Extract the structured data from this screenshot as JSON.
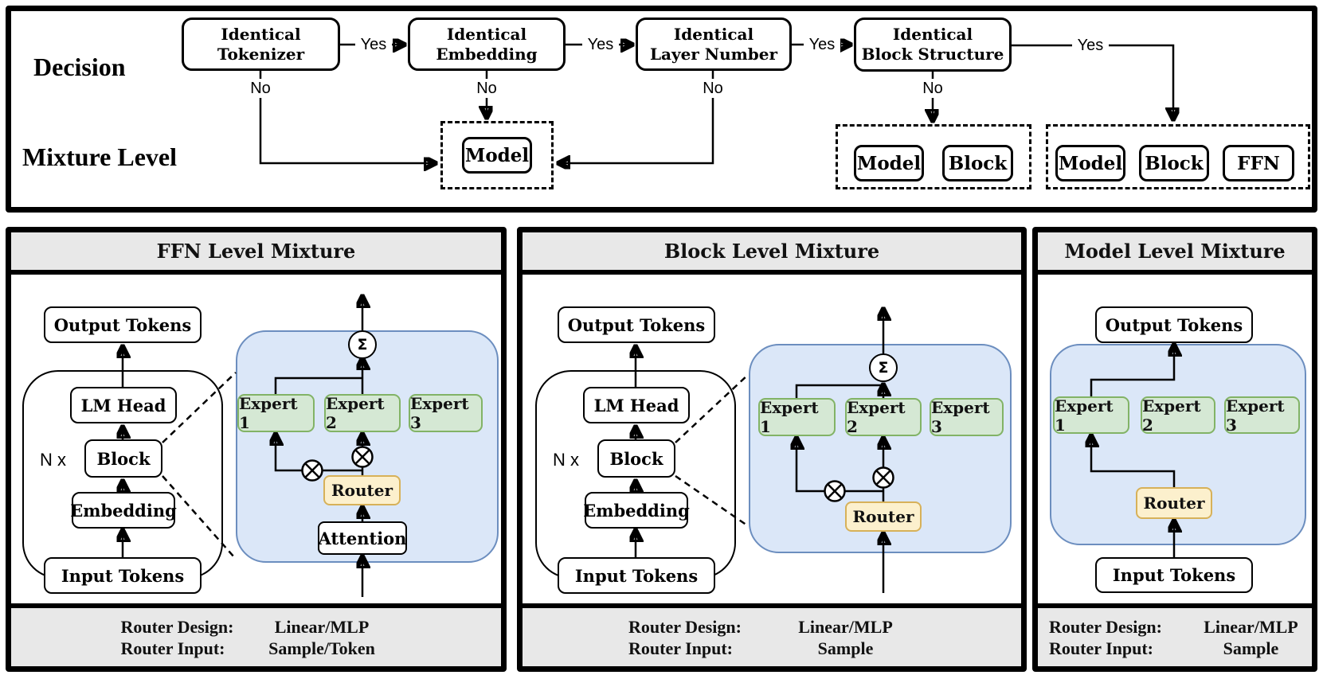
{
  "colors": {
    "panel_gray": "#e8e8e8",
    "blue_fill": "#dbe7f8",
    "blue_border": "#6c8ebf",
    "green_fill": "#d5e8d4",
    "green_border": "#82b366",
    "yellow_fill": "#fcf0cd",
    "yellow_border": "#d7b159",
    "line": "#000000"
  },
  "flowchart": {
    "decision_label": "Decision",
    "mixture_label": "Mixture Level",
    "yes": "Yes",
    "no": "No",
    "decisions": [
      {
        "line1": "Identical",
        "line2": "Tokenizer"
      },
      {
        "line1": "Identical",
        "line2": "Embedding"
      },
      {
        "line1": "Identical",
        "line2": "Layer Number"
      },
      {
        "line1": "Identical",
        "line2": "Block Structure"
      }
    ],
    "outcome_groups": [
      {
        "items": [
          "Model"
        ]
      },
      {
        "items": [
          "Model",
          "Block"
        ]
      },
      {
        "items": [
          "Model",
          "Block",
          "FFN"
        ]
      }
    ]
  },
  "panels": [
    {
      "title": "FFN Level Mixture",
      "pipeline": {
        "output": "Output Tokens",
        "lm_head": "LM Head",
        "n": "N x",
        "block": "Block",
        "embedding": "Embedding",
        "input": "Input Tokens"
      },
      "mixture": {
        "experts": [
          "Expert 1",
          "Expert 2",
          "Expert 3"
        ],
        "router": "Router",
        "attention": "Attention",
        "sum": "Σ"
      },
      "footer": {
        "design_label": "Router Design:",
        "design_value": "Linear/MLP",
        "input_label": "Router Input:",
        "input_value": "Sample/Token"
      }
    },
    {
      "title": "Block Level Mixture",
      "pipeline": {
        "output": "Output Tokens",
        "lm_head": "LM Head",
        "n": "N x",
        "block": "Block",
        "embedding": "Embedding",
        "input": "Input Tokens"
      },
      "mixture": {
        "experts": [
          "Expert 1",
          "Expert 2",
          "Expert 3"
        ],
        "router": "Router",
        "sum": "Σ"
      },
      "footer": {
        "design_label": "Router Design:",
        "design_value": "Linear/MLP",
        "input_label": "Router Input:",
        "input_value": "Sample"
      }
    },
    {
      "title": "Model Level Mixture",
      "pipeline": {
        "output": "Output Tokens",
        "input": "Input Tokens"
      },
      "mixture": {
        "experts": [
          "Expert 1",
          "Expert 2",
          "Expert 3"
        ],
        "router": "Router"
      },
      "footer": {
        "design_label": "Router Design:",
        "design_value": "Linear/MLP",
        "input_label": "Router Input:",
        "input_value": "Sample"
      }
    }
  ]
}
